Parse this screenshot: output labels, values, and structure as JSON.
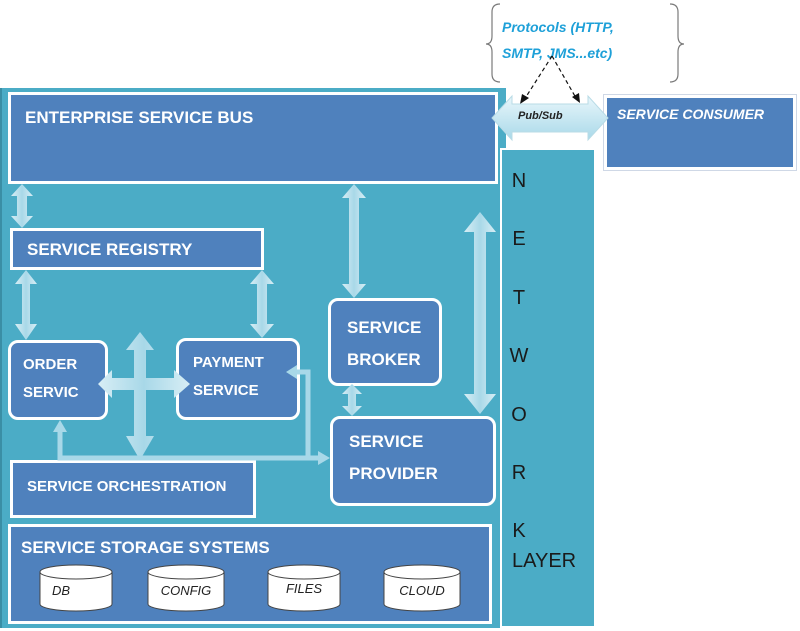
{
  "protocols": {
    "line1": "Protocols (HTTP,",
    "line2": "SMTP, JMS...etc)"
  },
  "pubsub": {
    "label": "Pub/Sub"
  },
  "consumer": {
    "label": "SERVICE CONSUMER"
  },
  "esb": {
    "label": "ENTERPRISE SERVICE BUS"
  },
  "registry": {
    "label": "SERVICE REGISTRY"
  },
  "order": {
    "line1": "ORDER",
    "line2": "SERVIC"
  },
  "payment": {
    "line1": "PAYMENT",
    "line2": "SERVICE"
  },
  "broker": {
    "line1": "SERVICE",
    "line2": "BROKER"
  },
  "provider": {
    "line1": "SERVICE",
    "line2": "PROVIDER"
  },
  "orchestration": {
    "label": "SERVICE ORCHESTRATION"
  },
  "storage": {
    "label": "SERVICE STORAGE SYSTEMS",
    "items": [
      "DB",
      "CONFIG",
      "FILES",
      "CLOUD"
    ]
  },
  "network": {
    "letters": [
      "N",
      "E",
      "T",
      "W",
      "O",
      "R",
      "K"
    ],
    "layer": "LAYER"
  },
  "colors": {
    "teal": "#4bacc6",
    "blue": "#4f81bd",
    "arrow": "#bfe3ee",
    "protocol_text": "#1ea0d8"
  }
}
